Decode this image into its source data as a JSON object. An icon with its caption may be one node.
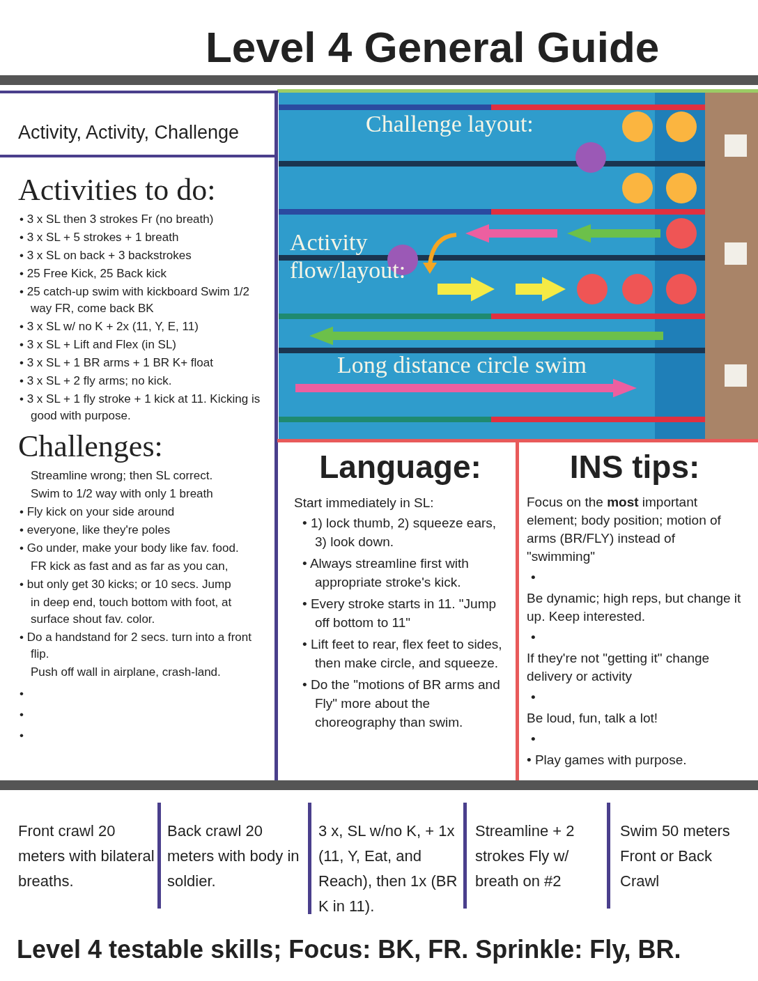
{
  "diagram": {
    "title": "Level 4 General Guide",
    "labels": [
      "Activity, Activity, Challenge",
      "Activities to do:",
      "• 3 x SL then 3 strokes Fr (no breath)",
      "• 3 x SL + 5 strokes + 1 breath",
      "• 3 x SL on back + 3 backstrokes",
      "• 25 Free Kick, 25 Back kick",
      "• 25 catch-up swim with kickboard Swim 1/2 way FR, come back BK",
      "• 3 x SL w/ no K + 2x (11, Y, E, 11)",
      "• 3 x SL + Lift and Flex (in SL)",
      "• 3 x SL + 1 BR arms + 1 BR K+ float",
      "• 3 x SL + 2 fly arms; no kick.",
      "• 3 x SL + 1 fly stroke + 1 kick at 11. Kicking is good with purpose.",
      "Challenges:",
      "Streamline wrong; then SL correct.",
      "Swim to 1/2 way with only 1 breath",
      "• Fly kick on your side around",
      "• everyone, like they're poles",
      "• Go under, make your body like fav. food.",
      "FR kick as fast and as far as you can,",
      "• but only get 30 kicks; or 10 secs. Jump",
      "in deep end, touch bottom with foot, at surface shout fav. color.",
      "• Do a handstand for 2 secs. turn into a front flip.",
      "Push off wall in airplane, crash-land.",
      "•",
      "•",
      "•",
      "Challenge layout:",
      "Activity flow/layout:",
      "Long distance circle swim",
      "Language:",
      "Start immediately in SL:",
      "• 1) lock thumb, 2) squeeze ears, 3) look down.",
      "• Always streamline first with appropriate stroke's kick.",
      "• Every stroke starts in 11. \"Jump off bottom to 11\"",
      "• Lift feet to rear, flex feet to sides, then make circle, and squeeze.",
      "• Do the \"motions of BR arms and Fly\" more about the choreography than swim.",
      "INS tips:",
      "Focus on the **most** important element; body position; motion of arms (BR/FLY) instead of \"swimming\"",
      "•",
      "Be dynamic; high reps, but change it up. Keep interested.",
      "•",
      "If they're not \"getting it\" change delivery or activity",
      "•",
      "Be loud, fun, talk a lot!",
      "•",
      "• Play games with purpose.",
      "Front crawl 20 meters with bilateral breaths.",
      "Back crawl 20 meters with body in soldier.",
      "3 x, SL w/no K, + 1x (11, Y, Eat, and Reach), then 1x (BR K in 11).",
      "Streamline + 2 strokes Fly w/ breath on #2",
      "Swim 50 meters Front or Back Crawl",
      "Level 4 testable skills; Focus: BK, FR. Sprinkle: Fly, BR."
    ]
  }
}
